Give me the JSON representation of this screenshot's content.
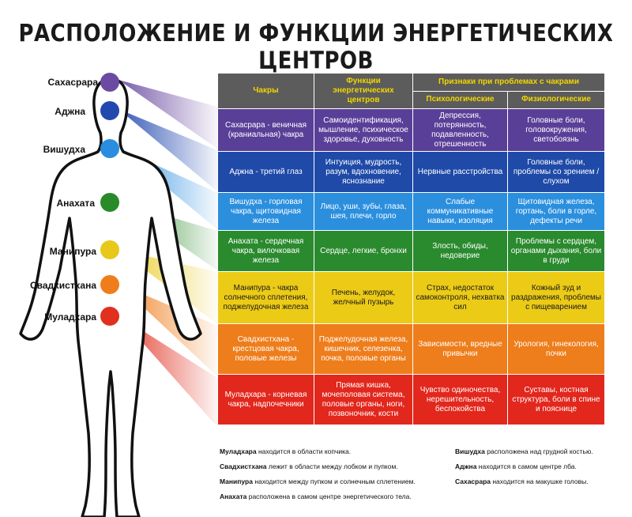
{
  "title": "РАСПОЛОЖЕНИЕ И ФУНКЦИИ ЭНЕРГЕТИЧЕСКИХ ЦЕНТРОВ",
  "chakras": [
    {
      "label": "Сахасрара",
      "color": "#6a4ba1"
    },
    {
      "label": "Аджна",
      "color": "#2248b0"
    },
    {
      "label": "Вишудха",
      "color": "#2a8de0"
    },
    {
      "label": "Анахата",
      "color": "#2a8a2a"
    },
    {
      "label": "Манипура",
      "color": "#e8c81a"
    },
    {
      "label": "Свадхистхана",
      "color": "#ef7d1c"
    },
    {
      "label": "Муладхара",
      "color": "#e03020"
    }
  ],
  "table": {
    "header": {
      "col1": "Чакры",
      "col2": "Функции энергетических центров",
      "group": "Признаки при проблемах с чакрами",
      "col3": "Психологические",
      "col4": "Физиологические"
    },
    "rows": [
      {
        "color": "#5a3f98",
        "cells": [
          "Сахасрара - веничная (краниальная) чакра",
          "Самоидентификация, мышление, психическое здоровье, духовность",
          "Депрессия, потерянность, подавленность, отрешенность",
          "Головные боли, головокружения, светобоязнь"
        ]
      },
      {
        "color": "#1f4aa8",
        "cells": [
          "Аджна - третий глаз",
          "Интуиция, мудрость, разум, вдохновение, яснознание",
          "Нервные расстройства",
          "Головные боли, проблемы со зрением / слухом"
        ]
      },
      {
        "color": "#2b8fde",
        "cells": [
          "Вишудха - горловая чакра, щитовидная железа",
          "Лицо, уши, зубы, глаза, шея, плечи, горло",
          "Слабые коммуникативные навыки, изоляция",
          "Щитовидная железа, гортань, боли в горле, дефекты речи"
        ]
      },
      {
        "color": "#2a8a2e",
        "cells": [
          "Анахата - сердечная чакра, вилочковая железа",
          "Сердце, легкие, бронхи",
          "Злость, обиды, недоверие",
          "Проблемы с сердцем, органами дыхания, боли в груди"
        ]
      },
      {
        "color": "#eccb17",
        "cells": [
          "Манипура - чакра солнечного сплетения, поджелудочная железа",
          "Печень, желудок, желчный пузырь",
          "Страх, недостаток самоконтроля, нехватка сил",
          "Кожный зуд и раздражения, проблемы с пищеварением"
        ]
      },
      {
        "color": "#ee7d1b",
        "cells": [
          "Свадхистхана - крестцовая чакра, половые железы",
          "Поджелудочная железа, кишечник, селезенка, почка, половые органы",
          "Зависимости, вредные привычки",
          "Урология, гинекология, почки"
        ]
      },
      {
        "color": "#e2271d",
        "cells": [
          "Муладхара - корневая чакра, надпочечники",
          "Прямая кишка, мочеполовая система, половые органы, ноги, позвоночник, кости",
          "Чувство одиночества, нерешительность, беспокойства",
          "Суставы, костная структура, боли в спине и пояснице"
        ]
      }
    ]
  },
  "notes_left": [
    {
      "name": "Муладхара",
      "text": " находится в области копчика."
    },
    {
      "name": "Свадхистхана",
      "text": " лежит в области между лобком и пупком."
    },
    {
      "name": "Манипура",
      "text": " находится между пупком и солнечным сплетением."
    },
    {
      "name": "Анахата",
      "text": " расположена в самом центре энергетического тела."
    }
  ],
  "notes_right": [
    {
      "name": "Вишудха",
      "text": " расположена над грудной костью."
    },
    {
      "name": "Аджна",
      "text": " находится в самом центре лба."
    },
    {
      "name": "Сахасрара",
      "text": " находится на макушке головы."
    }
  ]
}
